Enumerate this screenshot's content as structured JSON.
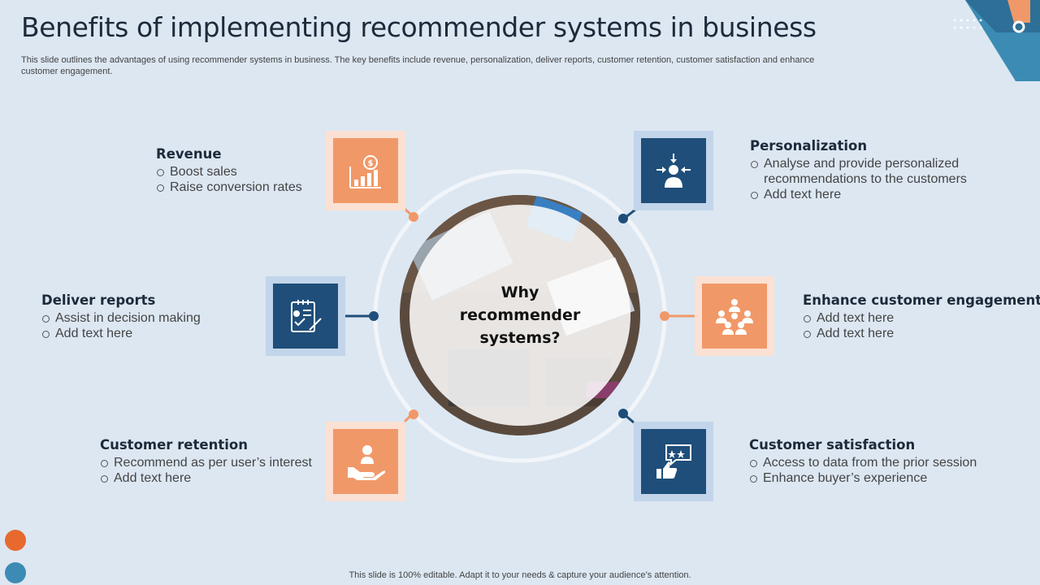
{
  "slide": {
    "title": "Benefits of implementing recommender systems in business",
    "subtitle": "This slide outlines the advantages of using recommender systems in business. The key benefits include revenue, personalization, deliver reports, customer retention, customer satisfaction and enhance customer engagement.",
    "footer": "This slide is 100% editable. Adapt it to your needs & capture your audience’s attention."
  },
  "center": {
    "line1": "Why",
    "line2": "recommender",
    "line3": "systems?"
  },
  "benefits": {
    "revenue": {
      "title": "Revenue",
      "points": [
        "Boost sales",
        "Raise conversion rates"
      ],
      "icon": "revenue-chart-icon"
    },
    "personalization": {
      "title": "Personalization",
      "points": [
        "Analyse and provide personalized",
        "recommendations to the customers",
        "Add text here"
      ],
      "icon": "personalization-icon"
    },
    "deliver_reports": {
      "title": "Deliver reports",
      "points": [
        "Assist in decision making",
        "Add text here"
      ],
      "icon": "report-icon"
    },
    "engagement": {
      "title": "Enhance customer engagement",
      "points": [
        "Add text here",
        "Add text here"
      ],
      "icon": "people-network-icon"
    },
    "retention": {
      "title": "Customer retention",
      "points": [
        "Recommend as per user’s interest",
        "Add text here"
      ],
      "icon": "hand-person-icon"
    },
    "satisfaction": {
      "title": "Customer satisfaction",
      "points": [
        "Access to data from the prior session",
        "Enhance buyer’s experience"
      ],
      "icon": "thumbs-up-rating-icon"
    }
  },
  "colors": {
    "background": "#dce7f2",
    "orange": "#f19868",
    "navy": "#1f4e7a",
    "accent_orange": "#e8692e",
    "accent_blue": "#3c8bb4"
  }
}
